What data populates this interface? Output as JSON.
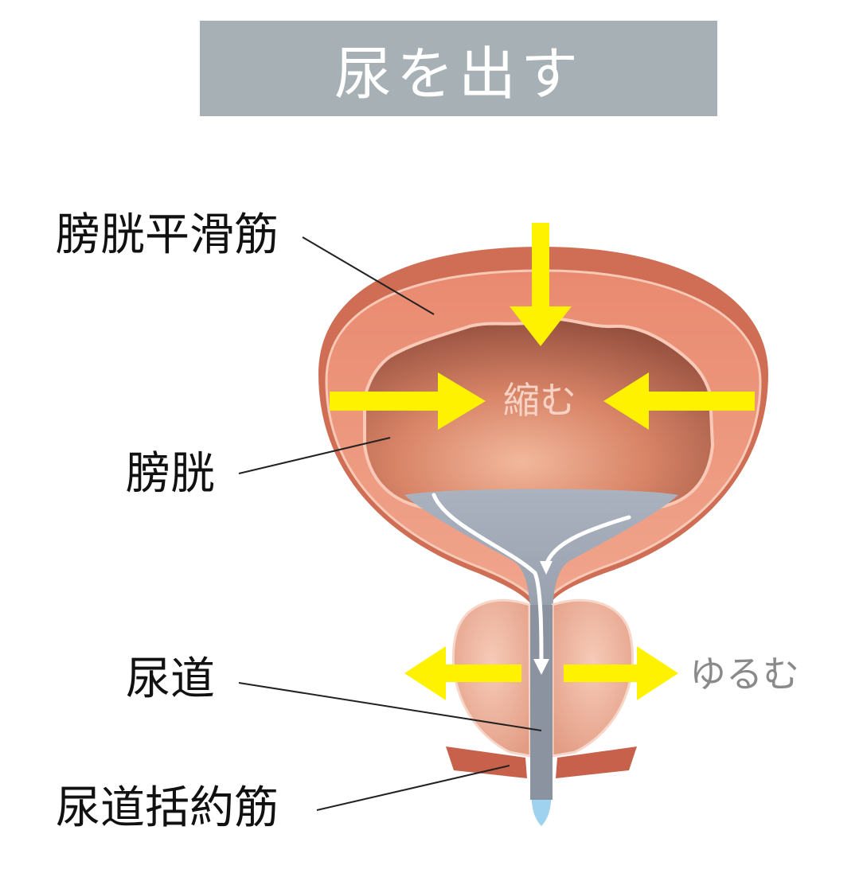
{
  "title": "尿を出す",
  "labels": {
    "bladder_muscle": "膀胱平滑筋",
    "bladder": "膀胱",
    "urethra": "尿道",
    "sphincter": "尿道括約筋"
  },
  "actions": {
    "contract": "縮む",
    "relax": "ゆるむ"
  },
  "colors": {
    "title_bg": "#a7b0b5",
    "arrow": "#fff200",
    "muscle": "#e58a6f",
    "bladder_inner": "#b8654f",
    "prostate": "#efb7a2",
    "urine": "#9aa3b0",
    "sphincter": "#c8614b",
    "relax_text": "#8a8a8a",
    "contract_text": "#f7d3c6"
  }
}
